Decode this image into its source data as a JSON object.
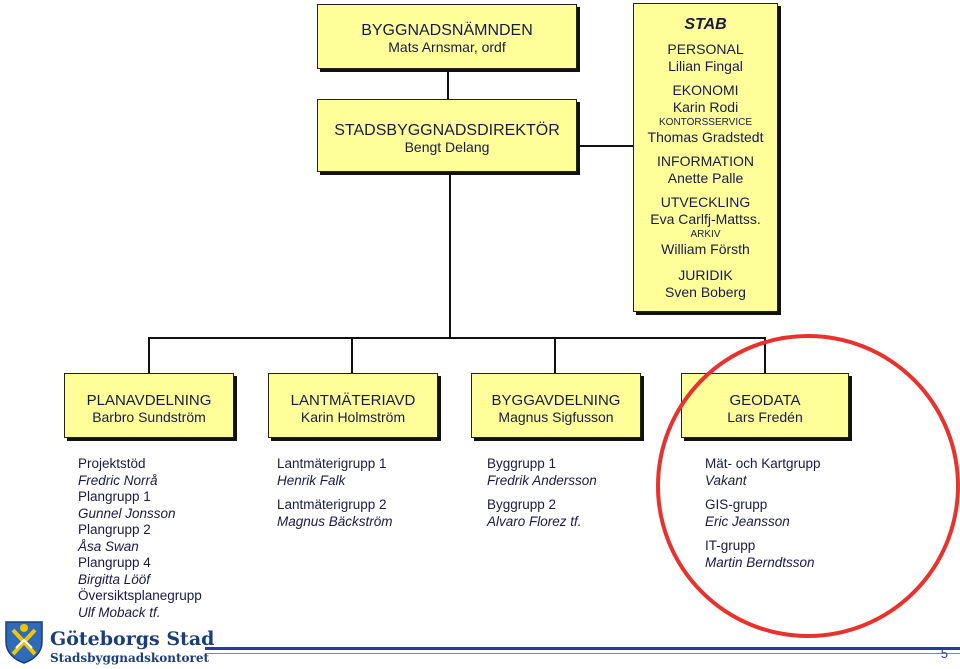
{
  "board": {
    "title": "BYGGNADSNÄMNDEN",
    "person": "Mats Arnsmar, ordf"
  },
  "director": {
    "title": "STADSBYGGNADSDIREKTÖR",
    "person": "Bengt Delang"
  },
  "stab": {
    "title": "STAB",
    "entries": [
      {
        "role": "PERSONAL",
        "person": "Lilian Fingal"
      },
      {
        "role": "EKONOMI",
        "person": "Karin Rodi"
      },
      {
        "role": "KONTORSSERVICE",
        "person": "Thomas Gradstedt",
        "small": true
      },
      {
        "role": "INFORMATION",
        "person": "Anette Palle"
      },
      {
        "role": "UTVECKLING",
        "person": "Eva Carlfj-Mattss."
      },
      {
        "role": "ARKIV",
        "person": "William Försth",
        "small": true
      },
      {
        "role": "JURIDIK",
        "person": "Sven Boberg"
      }
    ]
  },
  "departments": [
    {
      "title": "PLANAVDELNING",
      "person": "Barbro Sundström",
      "groups": [
        {
          "name": "Projektstöd",
          "person": "Fredric Norrå"
        },
        {
          "name": "Plangrupp 1",
          "person": "Gunnel Jonsson"
        },
        {
          "name": "Plangrupp 2",
          "person": "Åsa Swan"
        },
        {
          "name": "Plangrupp 4",
          "person": "Birgitta Lööf"
        },
        {
          "name": "Översiktsplanegrupp",
          "person": "Ulf Moback tf."
        }
      ]
    },
    {
      "title": "LANTMÄTERIAVD",
      "person": "Karin Holmström",
      "groups": [
        {
          "name": "Lantmäterigrupp 1",
          "person": "Henrik Falk"
        },
        {
          "name": "Lantmäterigrupp 2",
          "person": "Magnus Bäckström"
        }
      ]
    },
    {
      "title": "BYGGAVDELNING",
      "person": "Magnus Sigfusson",
      "groups": [
        {
          "name": "Byggrupp 1",
          "person": "Fredrik Andersson"
        },
        {
          "name": "Byggrupp 2",
          "person": "Alvaro Florez tf."
        }
      ]
    },
    {
      "title": "GEODATA",
      "person": "Lars Fredén",
      "groups": [
        {
          "name": "Mät- och Kartgrupp",
          "person": "Vakant"
        },
        {
          "name": "GIS-grupp",
          "person": "Eric Jeansson"
        },
        {
          "name": "IT-grupp",
          "person": "Martin Berndtsson"
        }
      ]
    }
  ],
  "footer": {
    "brand": "Göteborgs Stad",
    "office": "Stadsbyggnadskontoret",
    "page": "5"
  },
  "colors": {
    "box_fill": "#ffff99",
    "highlight": "#e8322d",
    "footer_bar": "#2a3a9a"
  }
}
